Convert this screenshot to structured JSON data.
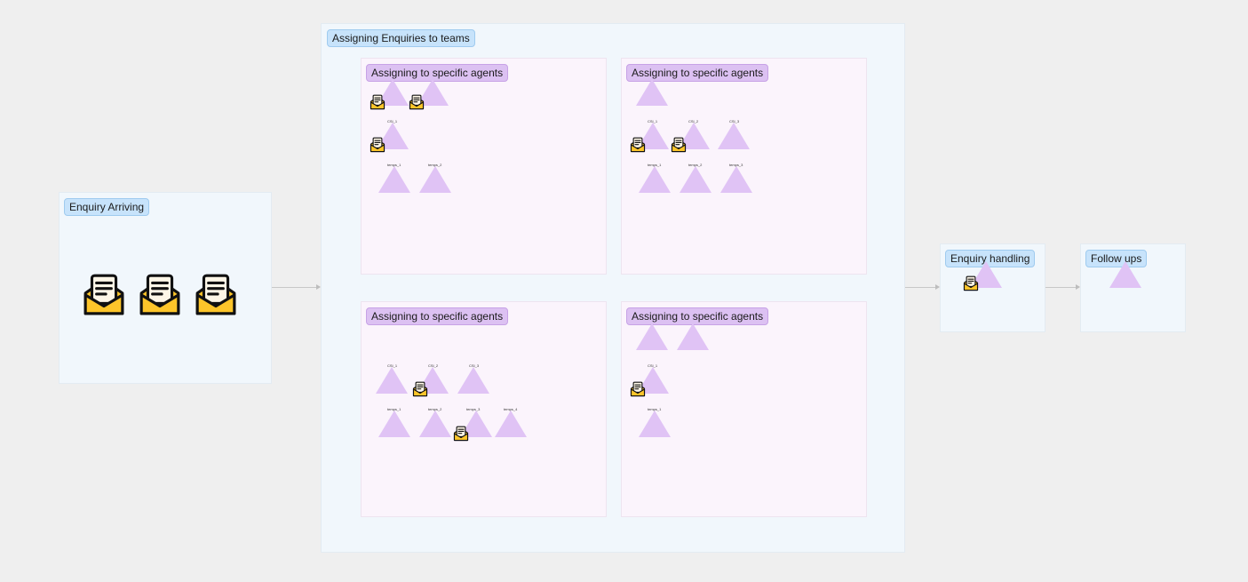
{
  "frames": {
    "arriving": {
      "title": "Enquiry Arriving"
    },
    "assigning": {
      "title": "Assigning Enquiries to teams"
    },
    "handling": {
      "title": "Enquiry handling"
    },
    "followups": {
      "title": "Follow ups"
    }
  },
  "teams": [
    {
      "title": "Assigning to specific agents",
      "labels": [
        "CSI_1",
        "temps_1",
        "temps_2"
      ]
    },
    {
      "title": "Assigning to specific agents",
      "labels": [
        "CSI_1",
        "CSI_2",
        "CSI_3",
        "temps_1",
        "temps_2",
        "temps_3"
      ]
    },
    {
      "title": "Assigning to specific agents",
      "labels": [
        "CSI_1",
        "CSI_2",
        "CSI_3",
        "temps_1",
        "temps_2",
        "temps_3",
        "temps_4"
      ]
    },
    {
      "title": "Assigning to specific agents",
      "labels": [
        "CSI_1",
        "temps_1"
      ]
    }
  ],
  "icons": {
    "envelope": "open-envelope-letter-icon",
    "agent": "triangle-agent-shape"
  },
  "colors": {
    "frame_bg": "#f1f7fc",
    "team_bg": "#fbf4fc",
    "label_blue": "#c7e3fb",
    "label_purple": "#dcc1f2",
    "agent_triangle": "#e0c3f5",
    "envelope_yellow": "#fdc52a"
  }
}
